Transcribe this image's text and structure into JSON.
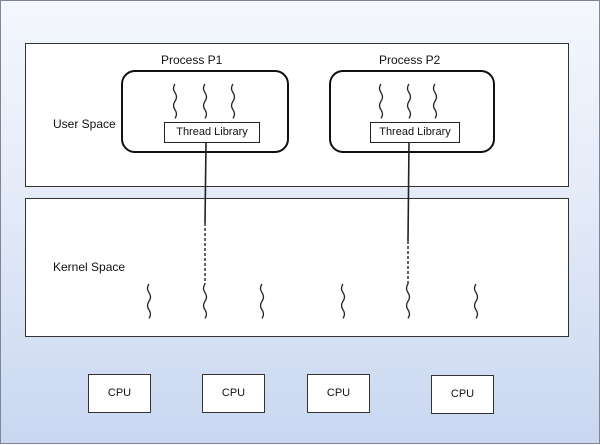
{
  "user_space": {
    "label": "User Space"
  },
  "kernel_space": {
    "label": "Kernel Space"
  },
  "processes": [
    {
      "title": "Process P1",
      "library": "Thread Library",
      "threads": 3
    },
    {
      "title": "Process P2",
      "library": "Thread Library",
      "threads": 3
    }
  ],
  "kernel_threads": 6,
  "cpus": [
    "CPU",
    "CPU",
    "CPU",
    "CPU"
  ]
}
